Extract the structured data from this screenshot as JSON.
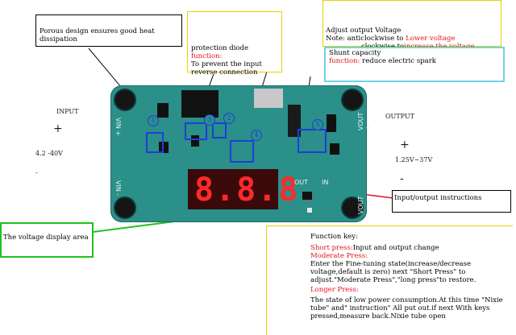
{
  "board": {
    "vin_top": "VIN +",
    "vin_bottom": "VIN -",
    "vout_top": "VOUT +",
    "vout_bottom": "VOUT -",
    "out_label": "OUT",
    "in_label": "IN",
    "display_text": "8.8.8."
  },
  "labels": {
    "input_title": "INPUT",
    "input_plus": "+",
    "input_range": "4.2 -40V",
    "input_minus": "-",
    "output_title": "OUTPUT",
    "output_plus": "+",
    "output_range": "1.25V~37V",
    "output_minus": "-"
  },
  "markers": [
    "1",
    "2",
    "3",
    "4",
    "5"
  ],
  "annotations": {
    "heat": "Porous design ensures good heat dissipation",
    "diode_title": "protection diode",
    "diode_function_label": "function:",
    "diode_function_text": "To prevent the input reverse connection",
    "adjust_title": "Adjust output Voltage",
    "adjust_note_prefix": "Note: anticlockwise to",
    "adjust_note_lower": "Lower voltage",
    "adjust_note_line2_prefix": "clockwise to",
    "adjust_note_increase": "increase the voltage",
    "shunt_title": "Shunt capacity",
    "shunt_function_label": "function:",
    "shunt_function_text": "reduce electric spark",
    "io_instructions": "Input/output instructions",
    "voltage_display": "The voltage display area"
  },
  "function_key": {
    "title": "Function key:",
    "short_label": "Short press:",
    "short_text": "Input and output change",
    "moderate_label": "Moderate Press:",
    "moderate_text": "Enter the Fine-tuning state(increase/decrease voltage,default is zero) next \"Short Press\" to adjust.\"Moderate Press\",\"long press\"to restore.",
    "longer_label": "Longer Press:",
    "longer_text": "The state of low power consumption.At this time \"Nixie tube\" and\" instruction\" All put out.if next With keys pressed,measure back.Nixie tube open"
  }
}
